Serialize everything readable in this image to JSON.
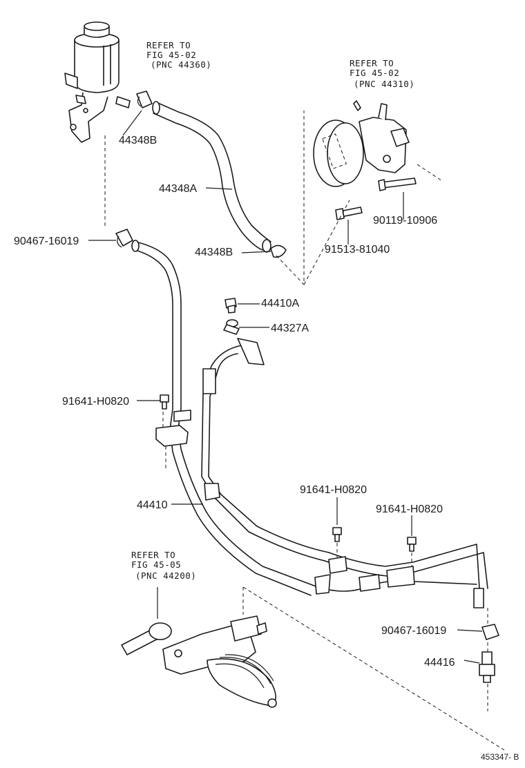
{
  "refs": {
    "reservoir": {
      "l1": "REFER TO",
      "l2": "FIG 45-02",
      "l3": "(PNC 44360)"
    },
    "pump": {
      "l1": "REFER TO",
      "l2": "FIG 45-02",
      "l3": "(PNC 44310)"
    },
    "gear": {
      "l1": "REFER TO",
      "l2": "FIG 45-05",
      "l3": "(PNC 44200)"
    }
  },
  "labels": {
    "clamp_upper": "44348B",
    "hose_return": "44348A",
    "clamp_lower": "44348B",
    "clamp_left": "90467-16019",
    "bolt_pump": "90119-10906",
    "bolt_pump_small": "91513-81040",
    "union_bolt": "44410A",
    "gasket": "44327A",
    "bolt_left": "91641-H0820",
    "pressure_tube": "44410",
    "bolt_mid": "91641-H0820",
    "bolt_right": "91641-H0820",
    "clamp_right": "90467-16019",
    "union_fitting": "44416"
  },
  "footer": {
    "code": "453347- B"
  }
}
